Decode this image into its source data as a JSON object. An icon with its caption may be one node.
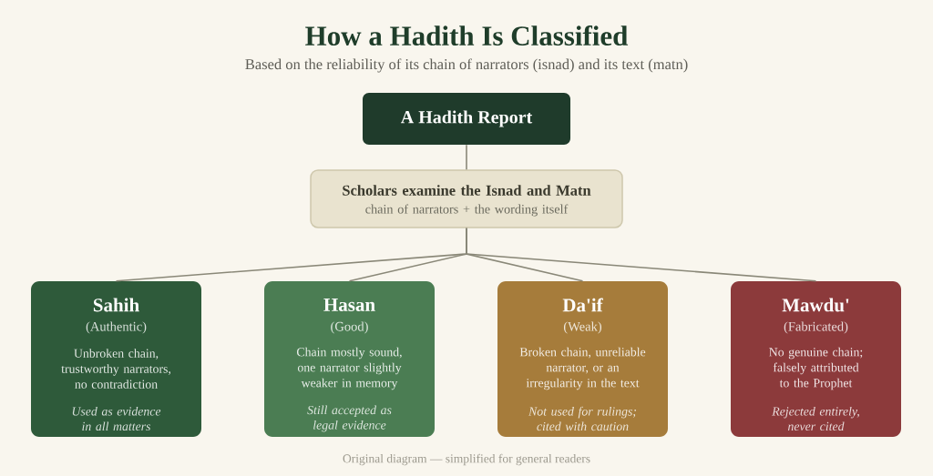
{
  "diagram": {
    "title": "How a Hadith Is Classified",
    "caption": "Original diagram — simplified for general readers",
    "nodes": [
      {
        "text": [
          "A Hadith Report"
        ]
      },
      {
        "text": [
          "Scholars examine the Isnad and Matn",
          "chain of narrators + the wording itself"
        ]
      },
      {
        "text": [
          "Sahih",
          "(Authentic)",
          "Unbroken chain, trustworthy narrators, no contradiction",
          "Used as evidence in all matters"
        ]
      },
      {
        "text": [
          "Hasan",
          "(Good)",
          "Chain mostly sound, one narrator slightly weaker in memory",
          "Still accepted as legal evidence"
        ]
      },
      {
        "text": [
          "Da'if",
          "(Weak)",
          "Broken chain, unreliable narrator, or an irregularity in the text",
          "Not used for rulings; cited with caution"
        ]
      },
      {
        "text": [
          "Mawdu'",
          "(Fabricated)",
          "No genuine chain; falsely attributed to the Prophet",
          "Rejected entirely, never cited"
        ]
      }
    ],
    "edges": [
      {
        "from": 0,
        "to": 1,
        "arrow": "none"
      },
      {
        "from": 1,
        "to": 2,
        "arrow": "none"
      },
      {
        "from": 1,
        "to": 3,
        "arrow": "none"
      },
      {
        "from": 1,
        "to": 4,
        "arrow": "none"
      },
      {
        "from": 1,
        "to": 5,
        "arrow": "none"
      }
    ],
    "labels": [
      "Based on the reliability of its chain of narrators (isnad) and its text (matn)"
    ]
  }
}
